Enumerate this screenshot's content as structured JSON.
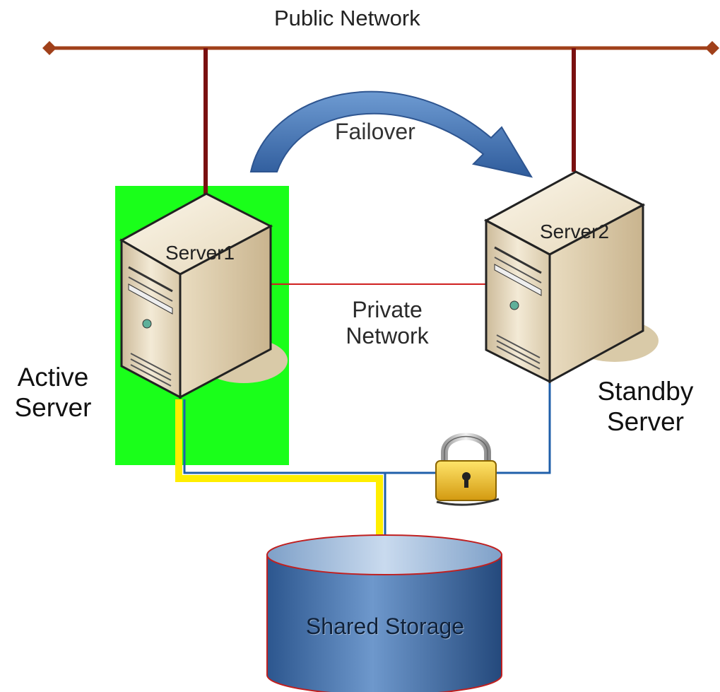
{
  "diagram": {
    "public_network_label": "Public Network",
    "failover_label": "Failover",
    "private_network_label_line1": "Private",
    "private_network_label_line2": "Network",
    "active_server_label_line1": "Active",
    "active_server_label_line2": "Server",
    "standby_server_label_line1": "Standby",
    "standby_server_label_line2": "Server",
    "server1_label": "Server1",
    "server2_label": "Server2",
    "storage_label": "Shared Storage"
  },
  "colors": {
    "public_network": "#a0401a",
    "public_drop": "#7a1010",
    "private_link": "#d02020",
    "active_highlight": "#1aff1a",
    "active_path": "#ffee00",
    "storage_path": "#1f5faa",
    "failover_arrow": "#3f6fb0",
    "storage_body": "#4a78b0"
  },
  "icons": [
    "server-icon",
    "padlock-icon",
    "database-cylinder-icon",
    "curved-arrow-icon",
    "diamond-endpoint-icon"
  ]
}
